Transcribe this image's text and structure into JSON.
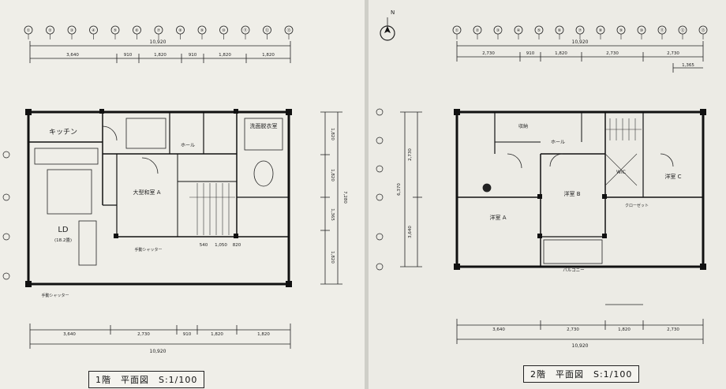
{
  "floor1": {
    "title": "1階　平面図　S:1/100",
    "total_width": "10,920",
    "top_dims": [
      "3,640",
      "910",
      "1,820",
      "910",
      "1,820",
      "1,820"
    ],
    "bottom_dims": [
      "3,640",
      "2,730",
      "910",
      "1,820",
      "1,820"
    ],
    "right_dims": [
      "1,820",
      "1,820",
      "1,365",
      "1,820"
    ],
    "right_total": "7,280",
    "sub_dims": [
      "540",
      "1,050",
      "820"
    ],
    "grid_marks": [
      "①",
      "②",
      "③",
      "④",
      "⑤",
      "⑥",
      "⑦",
      "⑧",
      "⑨",
      "⑩",
      "⑪",
      "⑫",
      "⑬"
    ],
    "rooms": {
      "kitchen": "キッチン",
      "ld": "LD",
      "ld_size": "(18.2畳)",
      "washroom": "洗面脱衣室",
      "japanese": "大型和室 A",
      "hall": "ホール",
      "shutter": "手動シャッター",
      "shutter2": "手動シャッター"
    }
  },
  "floor2": {
    "title": "2階　平面図　S:1/100",
    "total_width": "10,920",
    "top_dims": [
      "2,730",
      "910",
      "1,820",
      "2,730",
      "2,730"
    ],
    "top_total": "10,920",
    "sub_top": "1,365",
    "bottom_dims": [
      "3,640",
      "2,730",
      "1,820",
      "2,730"
    ],
    "left_dims": [
      "2,730",
      "3,640"
    ],
    "left_total": "6,370",
    "grid_marks": [
      "①",
      "②",
      "③",
      "④",
      "⑤",
      "⑥",
      "⑦",
      "⑧",
      "⑨",
      "⑩",
      "⑪",
      "⑫",
      "⑬"
    ],
    "rooms": {
      "western_a": "洋室 A",
      "western_b": "洋室 B",
      "western_c": "洋室 C",
      "hall": "ホール",
      "closet": "収納",
      "balcony": "バルコニー",
      "wic": "WIC",
      "closet2": "クローゼット"
    },
    "north": "N"
  },
  "colors": {
    "ink": "#222222",
    "paper_left": "#efeee8",
    "paper_right": "#ecebe5",
    "gap": "#cfcfc8"
  }
}
